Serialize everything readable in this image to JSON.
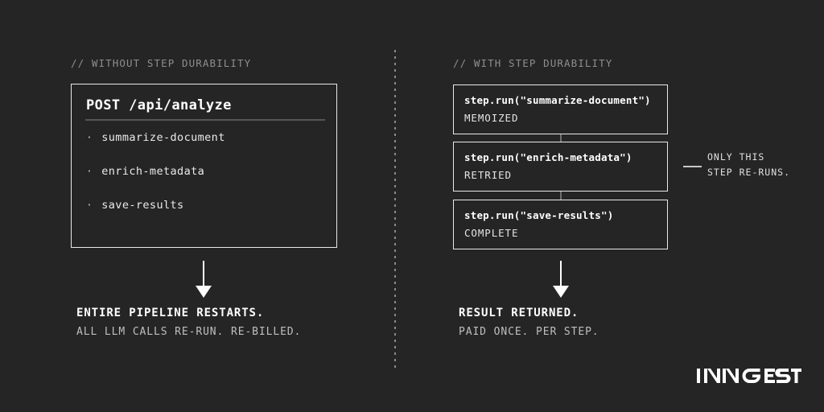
{
  "theme": {
    "background": "#252525",
    "foreground": "#ffffff",
    "muted": "#8e8e8e",
    "border": "#e9e9e9",
    "rule": "#565656"
  },
  "divider": {
    "style": "dotted-vertical"
  },
  "left": {
    "heading": "// WITHOUT STEP DURABILITY",
    "request": {
      "title": "POST /api/analyze",
      "steps": [
        {
          "bullet": "·",
          "label": "summarize-document"
        },
        {
          "bullet": "·",
          "label": "enrich-metadata"
        },
        {
          "bullet": "·",
          "label": "save-results"
        }
      ]
    },
    "arrow": "down-arrow",
    "outcome": {
      "primary": "ENTIRE PIPELINE RESTARTS.",
      "secondary": "ALL LLM CALLS RE-RUN. RE-BILLED."
    }
  },
  "right": {
    "heading": "// WITH STEP DURABILITY",
    "steps": [
      {
        "code": "step.run(\"summarize-document\")",
        "status": "MEMOIZED"
      },
      {
        "code": "step.run(\"enrich-metadata\")",
        "status": "RETRIED"
      },
      {
        "code": "step.run(\"save-results\")",
        "status": "COMPLETE"
      }
    ],
    "callout": {
      "line1": "ONLY THIS",
      "line2": "STEP RE-RUNS."
    },
    "arrow": "down-arrow",
    "outcome": {
      "primary": "RESULT RETURNED.",
      "secondary": "PAID ONCE. PER STEP."
    }
  },
  "brand": {
    "wordmark": "INNGEST"
  }
}
